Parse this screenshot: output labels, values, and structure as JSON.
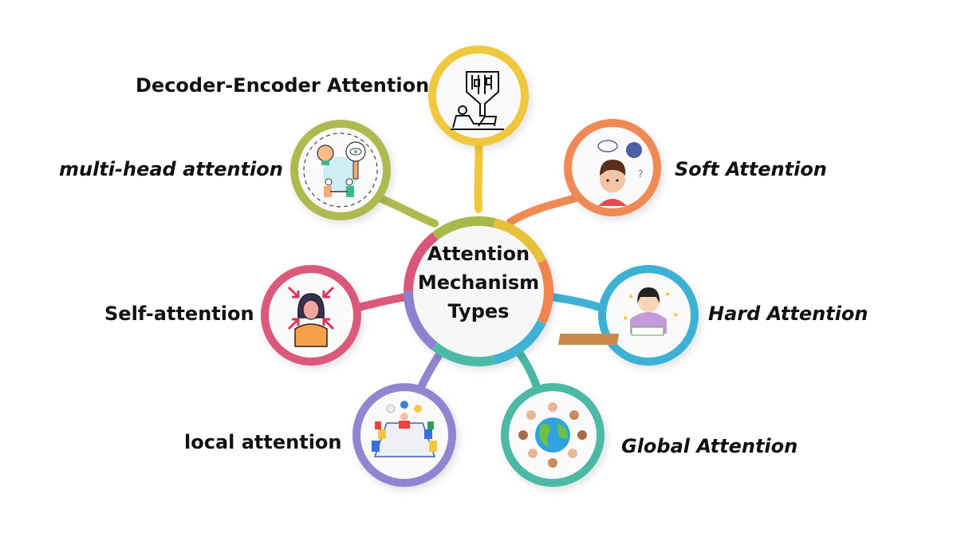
{
  "title": "Attention Mechanism Types",
  "center": {
    "lines": [
      "Attention",
      "Mechanism",
      "Types"
    ],
    "ring_segments": [
      "#e8c13a",
      "#f0844e",
      "#3fb2d3",
      "#4dbaa8",
      "#8f7fcf",
      "#d9557a",
      "#a8b84a"
    ]
  },
  "nodes": [
    {
      "id": "decoder-encoder",
      "label": "Decoder-Encoder Attention",
      "italic": false,
      "color": "#f0c83c",
      "icon": "data-funnel-worker-icon"
    },
    {
      "id": "soft",
      "label": "Soft Attention",
      "italic": true,
      "color": "#f08a55",
      "icon": "confused-boy-icon"
    },
    {
      "id": "hard",
      "label": "Hard Attention",
      "italic": true,
      "color": "#3eb1d4",
      "icon": "studying-girl-icon"
    },
    {
      "id": "global",
      "label": "Global Attention",
      "italic": true,
      "color": "#4bb9a5",
      "icon": "globe-people-icon"
    },
    {
      "id": "local",
      "label": "local attention",
      "italic": false,
      "color": "#9384d2",
      "icon": "meeting-table-icon"
    },
    {
      "id": "self",
      "label": "Self-attention",
      "italic": false,
      "color": "#db5a7c",
      "icon": "focused-woman-icon"
    },
    {
      "id": "multi-head",
      "label": "multi-head attention",
      "italic": true,
      "color": "#aeba50",
      "icon": "idea-eye-meeting-icon"
    }
  ]
}
